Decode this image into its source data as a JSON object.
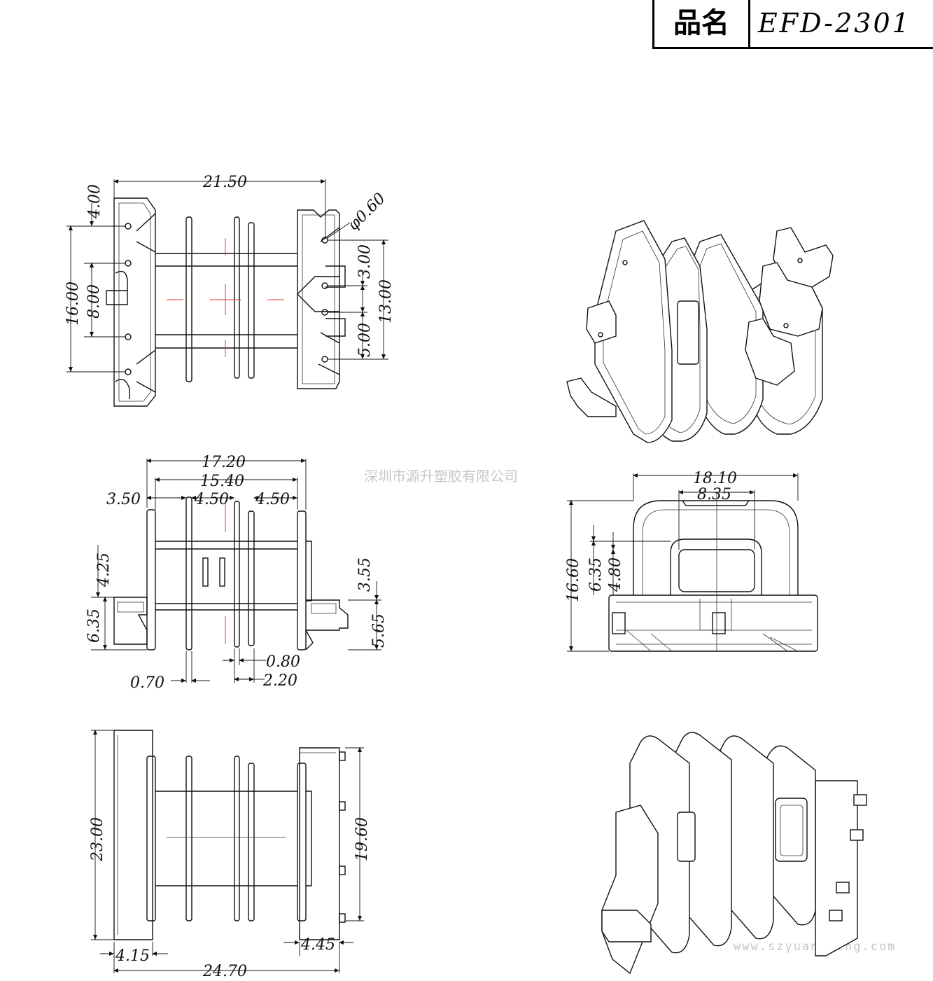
{
  "title_block": {
    "label": "品名",
    "value": "EFD-2301"
  },
  "watermarks": {
    "company": "深圳市源升塑胶有限公司",
    "url": "www.szyuansheng.com"
  },
  "dimensions": {
    "top_view": {
      "length": "21.50",
      "hole_dia": "φ0.60",
      "left_4": "4.00",
      "left_16": "16.00",
      "left_8": "8.00",
      "right_3": "3.00",
      "right_13": "13.00",
      "right_5": "5.00"
    },
    "side_view": {
      "w_17_20": "17.20",
      "w_15_40": "15.40",
      "w_3_50": "3.50",
      "w_4_50a": "4.50",
      "w_4_50b": "4.50",
      "h_4_25": "4.25",
      "h_6_35": "6.35",
      "h_3_55": "3.55",
      "h_5_65": "5.65",
      "t_0_80": "0.80",
      "t_0_70": "0.70",
      "t_2_20": "2.20"
    },
    "end_view": {
      "w_18_10": "18.10",
      "w_8_35": "8.35",
      "h_16_60": "16.60",
      "h_6_35": "6.35",
      "h_4_80": "4.80"
    },
    "bottom_view": {
      "h_23_00": "23.00",
      "h_19_60": "19.60",
      "w_4_15": "4.15",
      "w_4_45": "4.45",
      "w_24_70": "24.70"
    }
  },
  "colors": {
    "line": "#111111",
    "center_line": "#ee3333",
    "watermark": "#c8c8c8"
  }
}
